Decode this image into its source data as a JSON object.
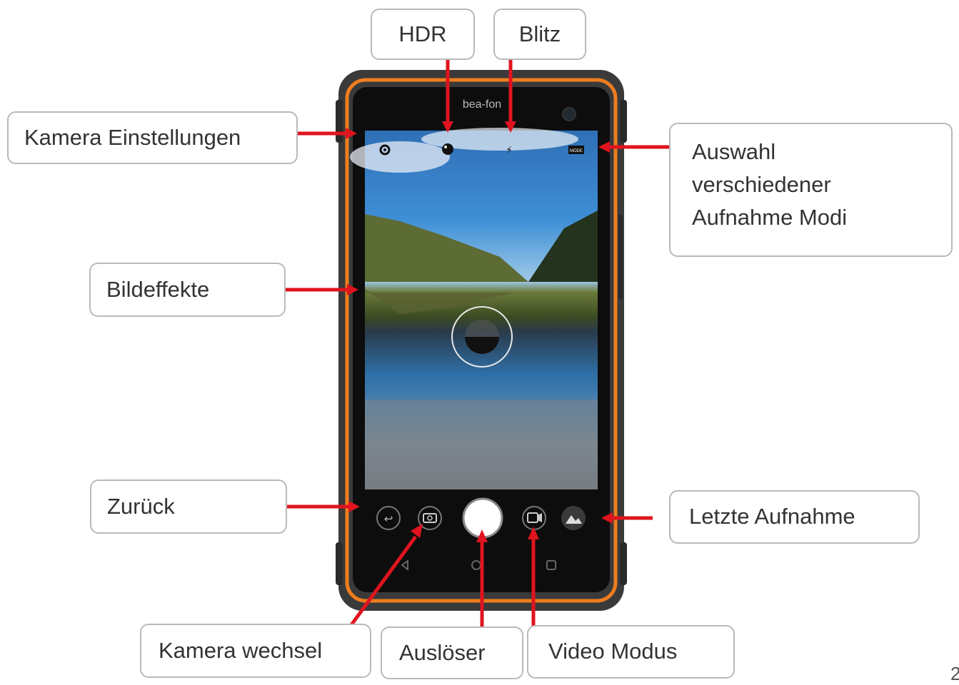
{
  "brand": "bea-fon",
  "mode_badge": "MODE",
  "page_number": "2",
  "labels": {
    "hdr": "HDR",
    "blitz": "Blitz",
    "kamera_einstellungen": "Kamera Einstellungen",
    "auswahl_line1": "Auswahl",
    "auswahl_line2": "verschiedener",
    "auswahl_line3": "Aufnahme Modi",
    "bildeffekte": "Bildeffekte",
    "zurueck": "Zurück",
    "letzte_aufnahme": "Letzte Aufnahme",
    "kamera_wechsel": "Kamera wechsel",
    "ausloeser": "Auslöser",
    "video_modus": "Video Modus"
  },
  "colors": {
    "arrow": "#e0141e",
    "phone_body": "#3a3a3a",
    "phone_accent": "#ef7d1f",
    "label_border": "#b9b9b9"
  }
}
